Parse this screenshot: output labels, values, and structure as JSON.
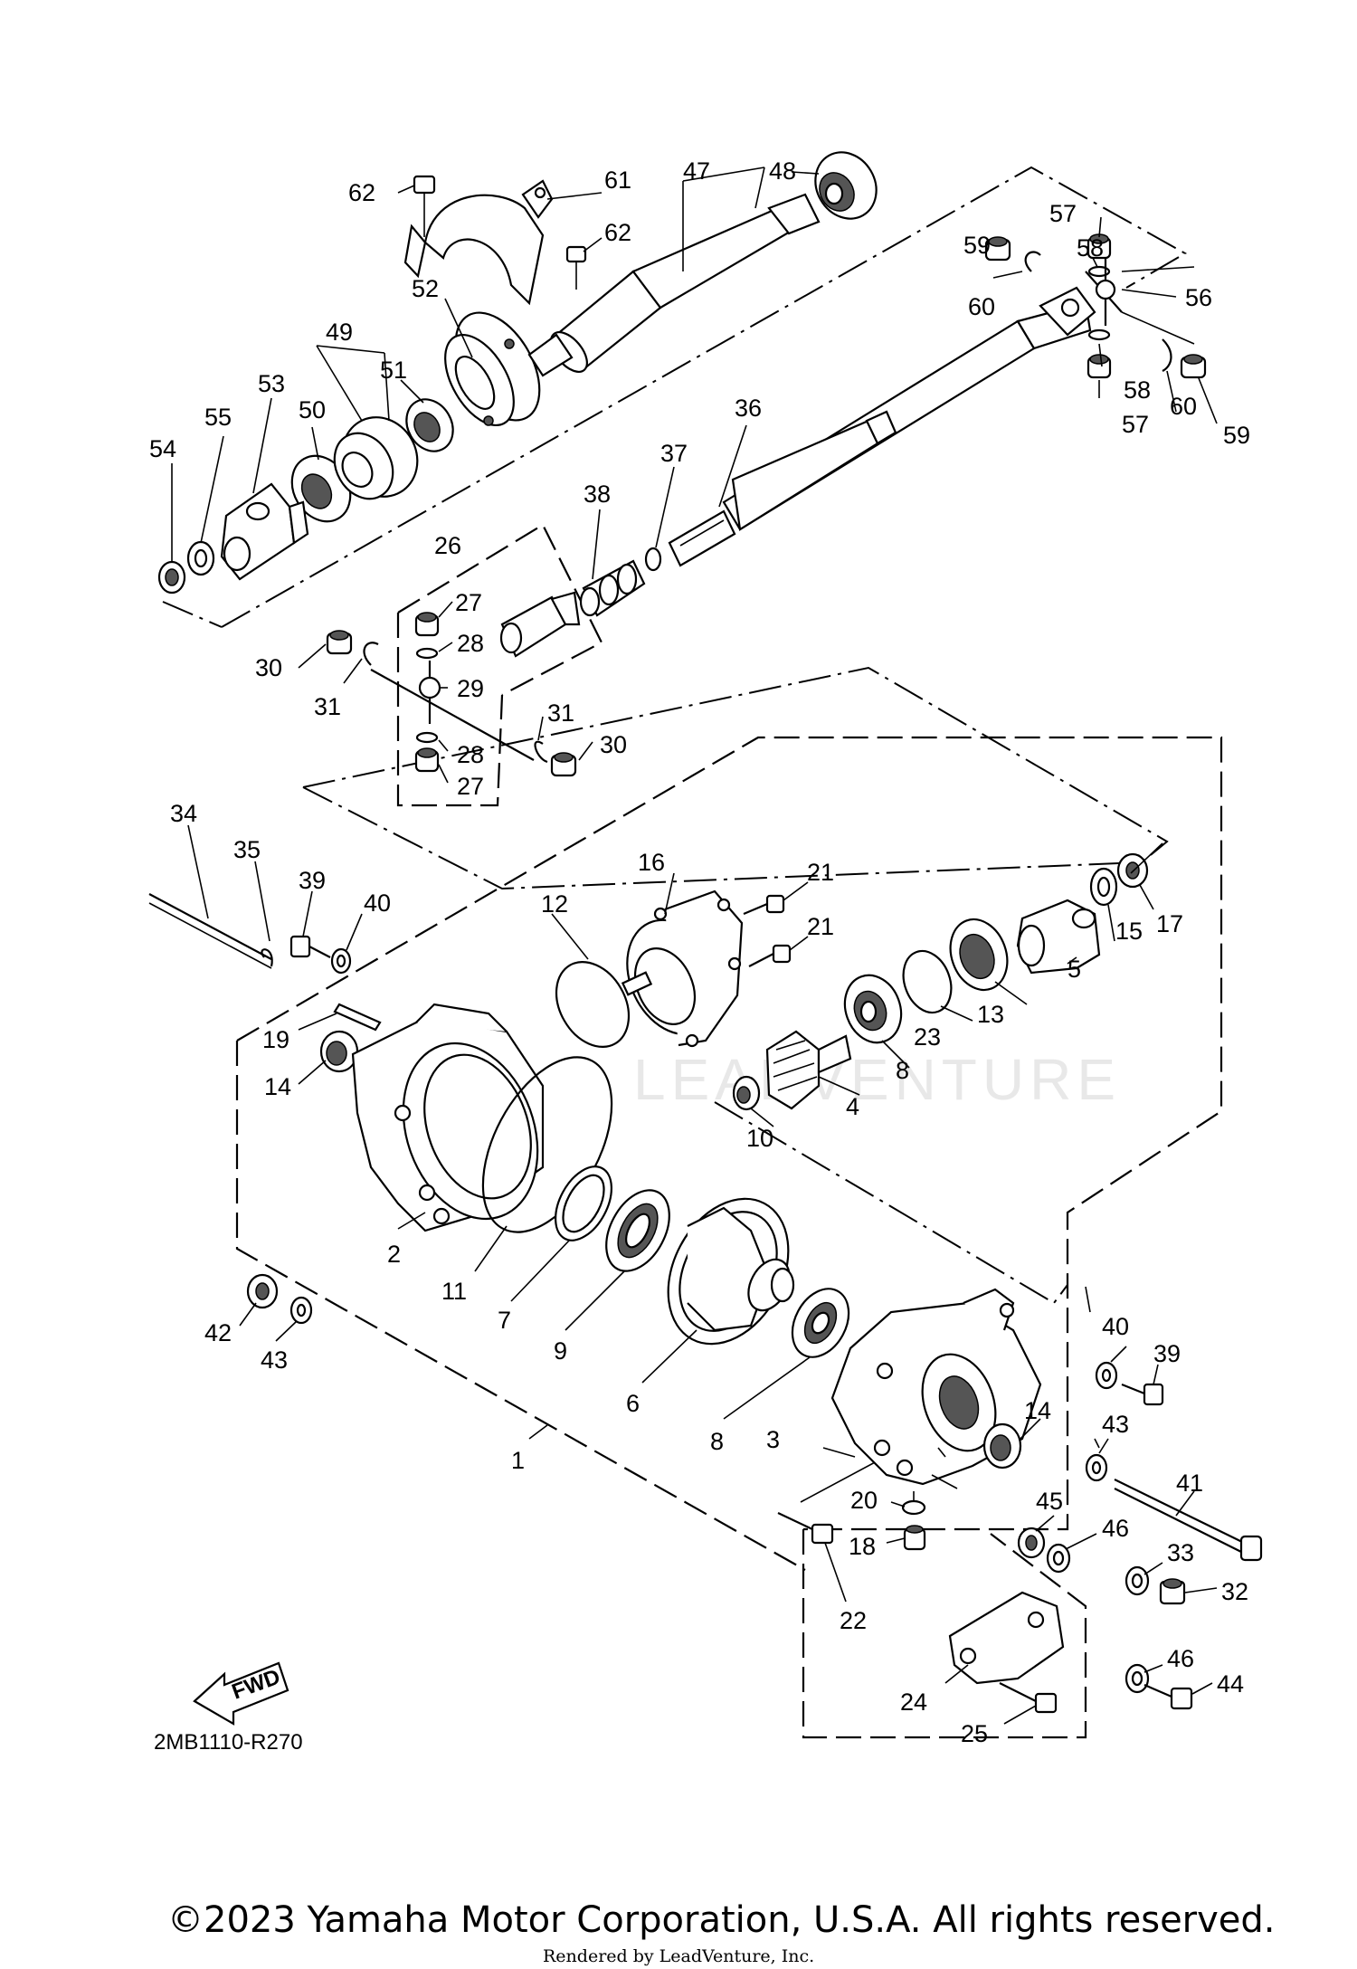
{
  "diagram_code": "2MB1110-R270",
  "copyright": "©2023 Yamaha Motor Corporation, U.S.A. All rights reserved.",
  "rendered_by": "Rendered by LeadVenture, Inc.",
  "watermark": "LEADVENTURE",
  "fwd_label": "FWD",
  "callouts": {
    "c1": "1",
    "c2": "2",
    "c3": "3",
    "c4": "4",
    "c5": "5",
    "c6": "6",
    "c7": "7",
    "c8a": "8",
    "c8b": "8",
    "c9": "9",
    "c10": "10",
    "c11": "11",
    "c12": "12",
    "c13": "13",
    "c14a": "14",
    "c14b": "14",
    "c15": "15",
    "c16": "16",
    "c17": "17",
    "c18": "18",
    "c19": "19",
    "c20": "20",
    "c21a": "21",
    "c21b": "21",
    "c22": "22",
    "c23": "23",
    "c24": "24",
    "c25": "25",
    "c26": "26",
    "c27a": "27",
    "c27b": "27",
    "c28a": "28",
    "c28b": "28",
    "c29": "29",
    "c30a": "30",
    "c30b": "30",
    "c31a": "31",
    "c31b": "31",
    "c32": "32",
    "c33": "33",
    "c34": "34",
    "c35": "35",
    "c36": "36",
    "c37": "37",
    "c38": "38",
    "c39a": "39",
    "c39b": "39",
    "c40a": "40",
    "c40b": "40",
    "c41": "41",
    "c42": "42",
    "c43a": "43",
    "c43b": "43",
    "c44": "44",
    "c45": "45",
    "c46a": "46",
    "c46b": "46",
    "c47": "47",
    "c48": "48",
    "c49": "49",
    "c50": "50",
    "c51": "51",
    "c52": "52",
    "c53": "53",
    "c54": "54",
    "c55": "55",
    "c56": "56",
    "c57a": "57",
    "c57b": "57",
    "c58a": "58",
    "c58b": "58",
    "c59a": "59",
    "c59b": "59",
    "c60a": "60",
    "c60b": "60",
    "c61": "61",
    "c62a": "62",
    "c62b": "62"
  }
}
